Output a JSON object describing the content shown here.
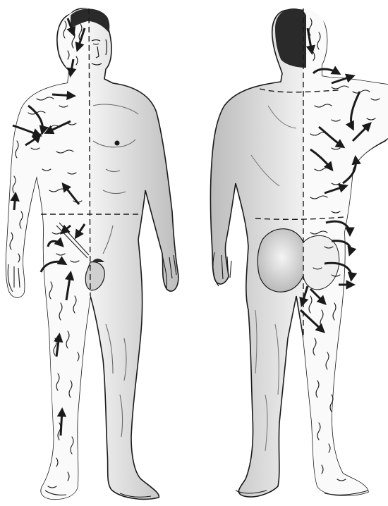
{
  "figure": {
    "views": [
      {
        "name": "anterior-view",
        "hair_side": "right-of-figure-half",
        "skin_side": "left-of-figure-half"
      },
      {
        "name": "posterior-view",
        "hair_side": "right-of-figure-half",
        "skin_side": "left-of-figure-half"
      }
    ],
    "colors": {
      "ink": "#1a1a1a",
      "skin_light": "#f2f2f2",
      "skin_mid": "#cfcfcf",
      "skin_shadow": "#a8a8a8",
      "hair": "#2a2a2a",
      "paper": "#ffffff"
    },
    "dividers": [
      "vertical-midline",
      "waist-line",
      "shoulder-line"
    ],
    "arrow_style": "curved-black-arrow"
  }
}
